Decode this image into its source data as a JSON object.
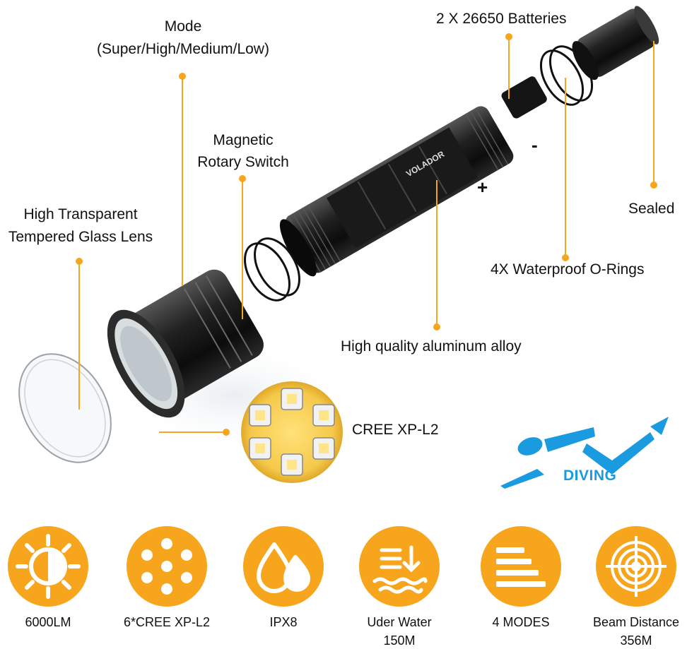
{
  "callouts": {
    "mode_title": "Mode",
    "mode_sub": "(Super/High/Medium/Low)",
    "magnetic_1": "Magnetic",
    "magnetic_2": "Rotary Switch",
    "lens_1": "High Transparent",
    "lens_2": "Tempered Glass Lens",
    "batteries": "2 X 26650 Batteries",
    "sealed": "Sealed",
    "orings": "4X Waterproof O-Rings",
    "alloy": "High quality aluminum alloy",
    "cree": "CREE XP-L2",
    "minus": "-",
    "plus": "+",
    "brand": "VOLADOR"
  },
  "diving": {
    "label": "DIVING"
  },
  "features": [
    {
      "icon": "sun-half-icon",
      "label": "6000LM"
    },
    {
      "icon": "six-dots-icon",
      "label": "6*CREE XP-L2"
    },
    {
      "icon": "water-drops-icon",
      "label": "IPX8"
    },
    {
      "icon": "underwater-icon",
      "label": "Uder Water",
      "label2": "150M"
    },
    {
      "icon": "modes-bars-icon",
      "label": "4 MODES"
    },
    {
      "icon": "target-icon",
      "label": "Beam Distance",
      "label2": "356M"
    }
  ],
  "colors": {
    "accent": "#f7a51c",
    "diving_blue": "#1a9be0",
    "body_black": "#1c1c1c"
  }
}
